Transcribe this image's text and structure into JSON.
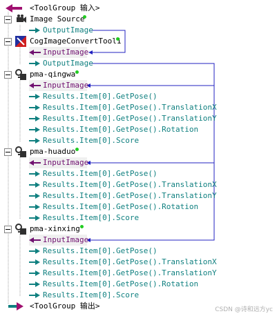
{
  "tree": {
    "toolgroup_input": "<ToolGroup 输入>",
    "toolgroup_output": "<ToolGroup 输出>",
    "image_source": {
      "name": "Image Source",
      "output": "OutputImage"
    },
    "convert_tool": {
      "name": "CogImageConvertTool1",
      "input": "InputImage",
      "output": "OutputImage"
    },
    "pma_tools": [
      {
        "name": "pma-qingwa",
        "input": "InputImage",
        "results": [
          "Results.Item[0].GetPose()",
          "Results.Item[0].GetPose().TranslationX",
          "Results.Item[0].GetPose().TranslationY",
          "Results.Item[0].GetPose().Rotation",
          "Results.Item[0].Score"
        ]
      },
      {
        "name": "pma-huaduo",
        "input": "InputImage",
        "results": [
          "Results.Item[0].GetPose()",
          "Results.Item[0].GetPose().TranslationX",
          "Results.Item[0].GetPose().TranslationY",
          "Results.Item[0].GetPose().Rotation",
          "Results.Item[0].Score"
        ]
      },
      {
        "name": "pma-xinxing",
        "input": "InputImage",
        "results": [
          "Results.Item[0].GetPose()",
          "Results.Item[0].GetPose().TranslationX",
          "Results.Item[0].GetPose().TranslationY",
          "Results.Item[0].GetPose().Rotation",
          "Results.Item[0].Score"
        ]
      }
    ]
  },
  "watermark": "CSDN @诗和远方yc",
  "colors": {
    "teal": "#108080",
    "purple": "#701070",
    "link_line": "#2020c0",
    "status_dot": "#22cc22"
  }
}
